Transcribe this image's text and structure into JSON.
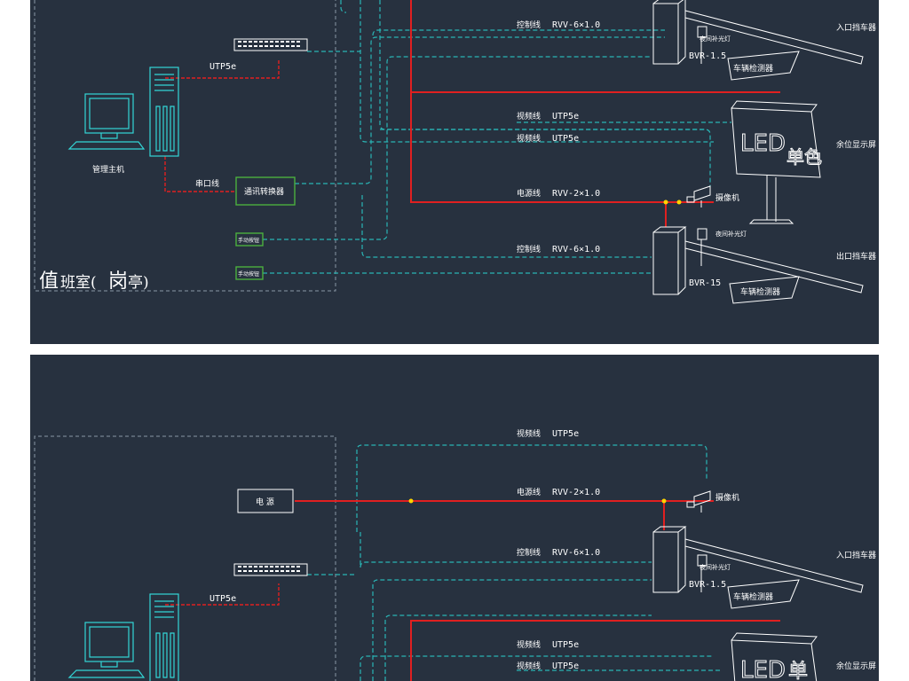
{
  "top": {
    "host": "管理主机",
    "utp_host": "UTP5e",
    "serial": "串口线",
    "converter": "通讯转换器",
    "btn1": "手动按钮",
    "btn2": "手动按钮",
    "room_a": "值",
    "room_b": "班室(",
    "room_c": "岗",
    "room_d": "亭)",
    "ctrl_top_kind": "控制线",
    "ctrl_top_spec": "RVV-6×1.0",
    "entry_light": "夜间补光灯",
    "entry_bvr": "BVR-1.5",
    "entry_detector": "车辆检测器",
    "entry_barrier": "入口挡车器",
    "video1_kind": "视频线",
    "video1_spec": "UTP5e",
    "video2_kind": "视频线",
    "video2_spec": "UTP5e",
    "led_text": "LED",
    "led_cn": "单色",
    "display_label": "余位显示屏",
    "power_kind": "电源线",
    "power_spec": "RVV-2×1.0",
    "camera_label": "摄像机",
    "exit_light": "夜间补光灯",
    "ctrl_bot_kind": "控制线",
    "ctrl_bot_spec": "RVV-6×1.0",
    "exit_barrier": "出口挡车器",
    "exit_bvr": "BVR-15",
    "exit_detector": "车辆检测器"
  },
  "bottom": {
    "video_kind": "视频线",
    "video_spec": "UTP5e",
    "power_box": "电 源",
    "power_kind": "电源线",
    "power_spec": "RVV-2×1.0",
    "camera_label": "摄像机",
    "ctrl_kind": "控制线",
    "ctrl_spec": "RVV-6×1.0",
    "entry_barrier": "入口挡车器",
    "light": "夜间补光灯",
    "bvr": "BVR-1.5",
    "detector": "车辆检测器",
    "utp_host": "UTP5e",
    "video1_kind": "视频线",
    "video1_spec": "UTP5e",
    "video2_kind": "视频线",
    "video2_spec": "UTP5e",
    "led_text": "LED",
    "led_cn": "单",
    "display_label": "余位显示屏"
  },
  "colors": {
    "panel": "#27313f",
    "cable_cyan": "#2ab5b5",
    "power_red": "#e02020",
    "converter_green": "#4caf3f"
  }
}
